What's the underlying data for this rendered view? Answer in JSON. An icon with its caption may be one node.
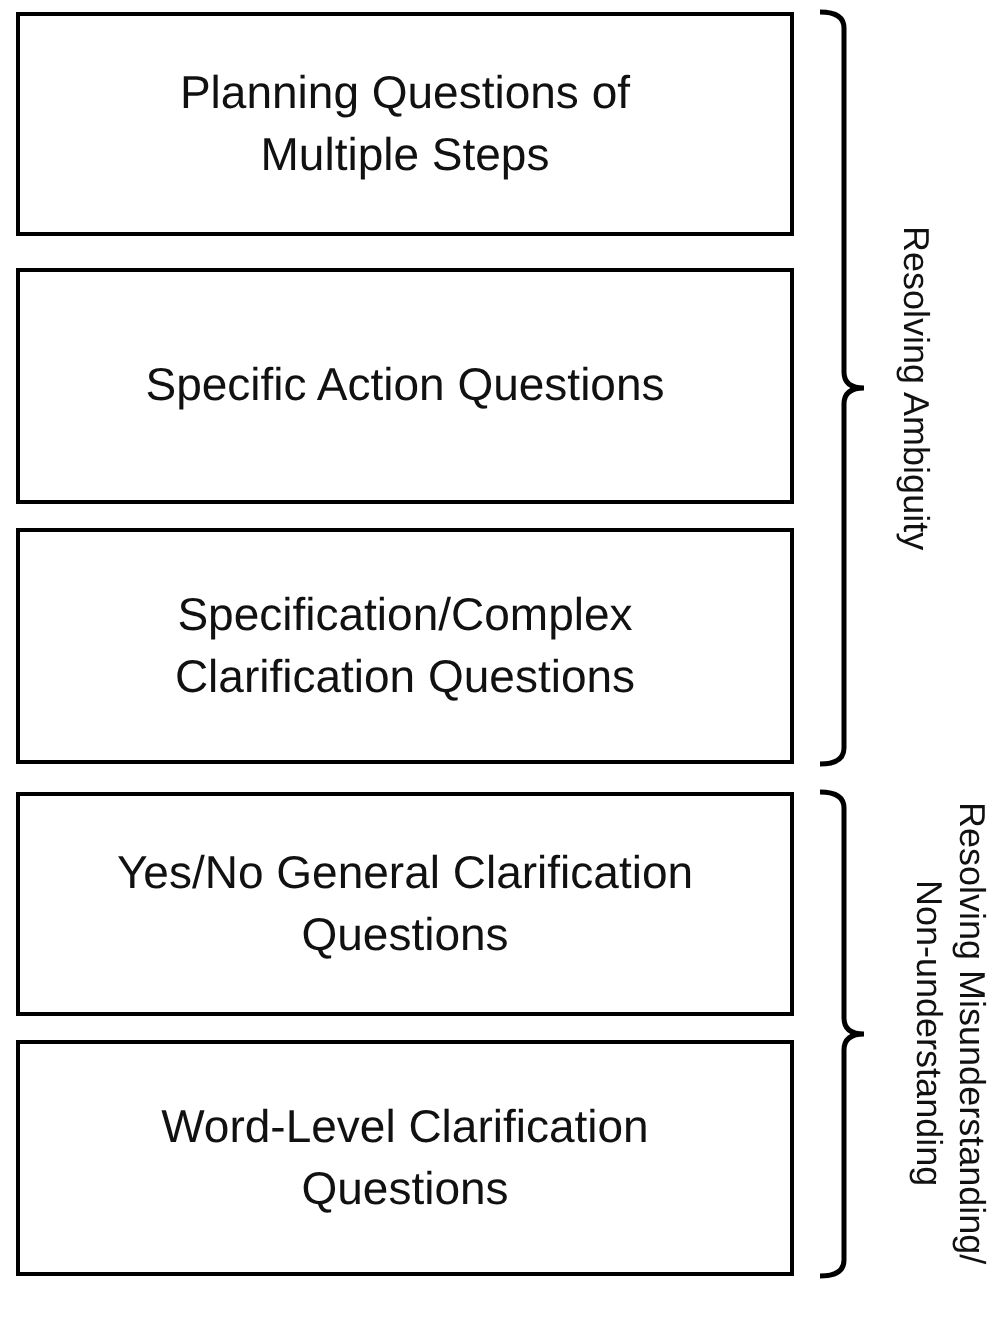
{
  "diagram": {
    "nodes": [
      {
        "text": [
          "Planning Questions of Multiple Steps"
        ]
      },
      {
        "text": [
          "Specific Action Questions"
        ]
      },
      {
        "text": [
          "Specification/Complex Clarification Questions"
        ]
      },
      {
        "text": [
          "Yes/No General Clarification Questions"
        ]
      },
      {
        "text": [
          "Word-Level Clarification Questions"
        ]
      }
    ],
    "labels": [
      "Resolving Ambiguity",
      "Resolving Misunderstanding/ Non-understanding"
    ]
  }
}
